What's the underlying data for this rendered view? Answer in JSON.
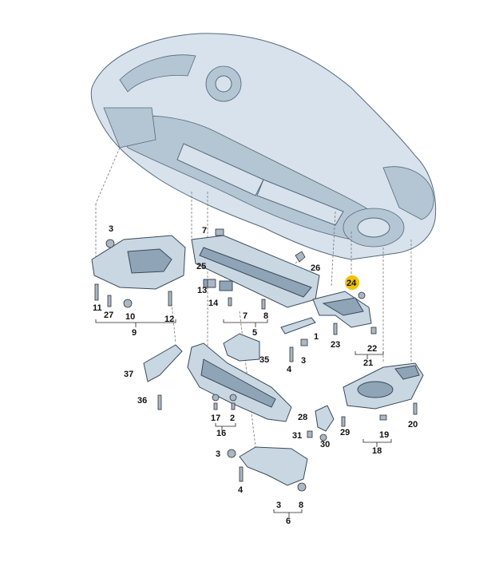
{
  "callouts": {
    "c1": "1",
    "c2": "2",
    "c3a": "3",
    "c3b": "3",
    "c3c": "3",
    "c3d": "3",
    "c4a": "4",
    "c4b": "4",
    "c5": "5",
    "c6": "6",
    "c7a": "7",
    "c7b": "7",
    "c8a": "8",
    "c8b": "8",
    "c9": "9",
    "c10": "10",
    "c11": "11",
    "c12": "12",
    "c13": "13",
    "c14": "14",
    "c16": "16",
    "c17": "17",
    "c18": "18",
    "c19": "19",
    "c20": "20",
    "c21": "21",
    "c22": "22",
    "c23": "23",
    "c24": "24",
    "c25": "25",
    "c26": "26",
    "c27": "27",
    "c28": "28",
    "c29": "29",
    "c30": "30",
    "c31": "31",
    "c35": "35",
    "c36": "36",
    "c37": "37"
  },
  "colors": {
    "highlight": "#f2c200",
    "part_fill": "#c9d7e3",
    "outline": "#3a4a58"
  }
}
